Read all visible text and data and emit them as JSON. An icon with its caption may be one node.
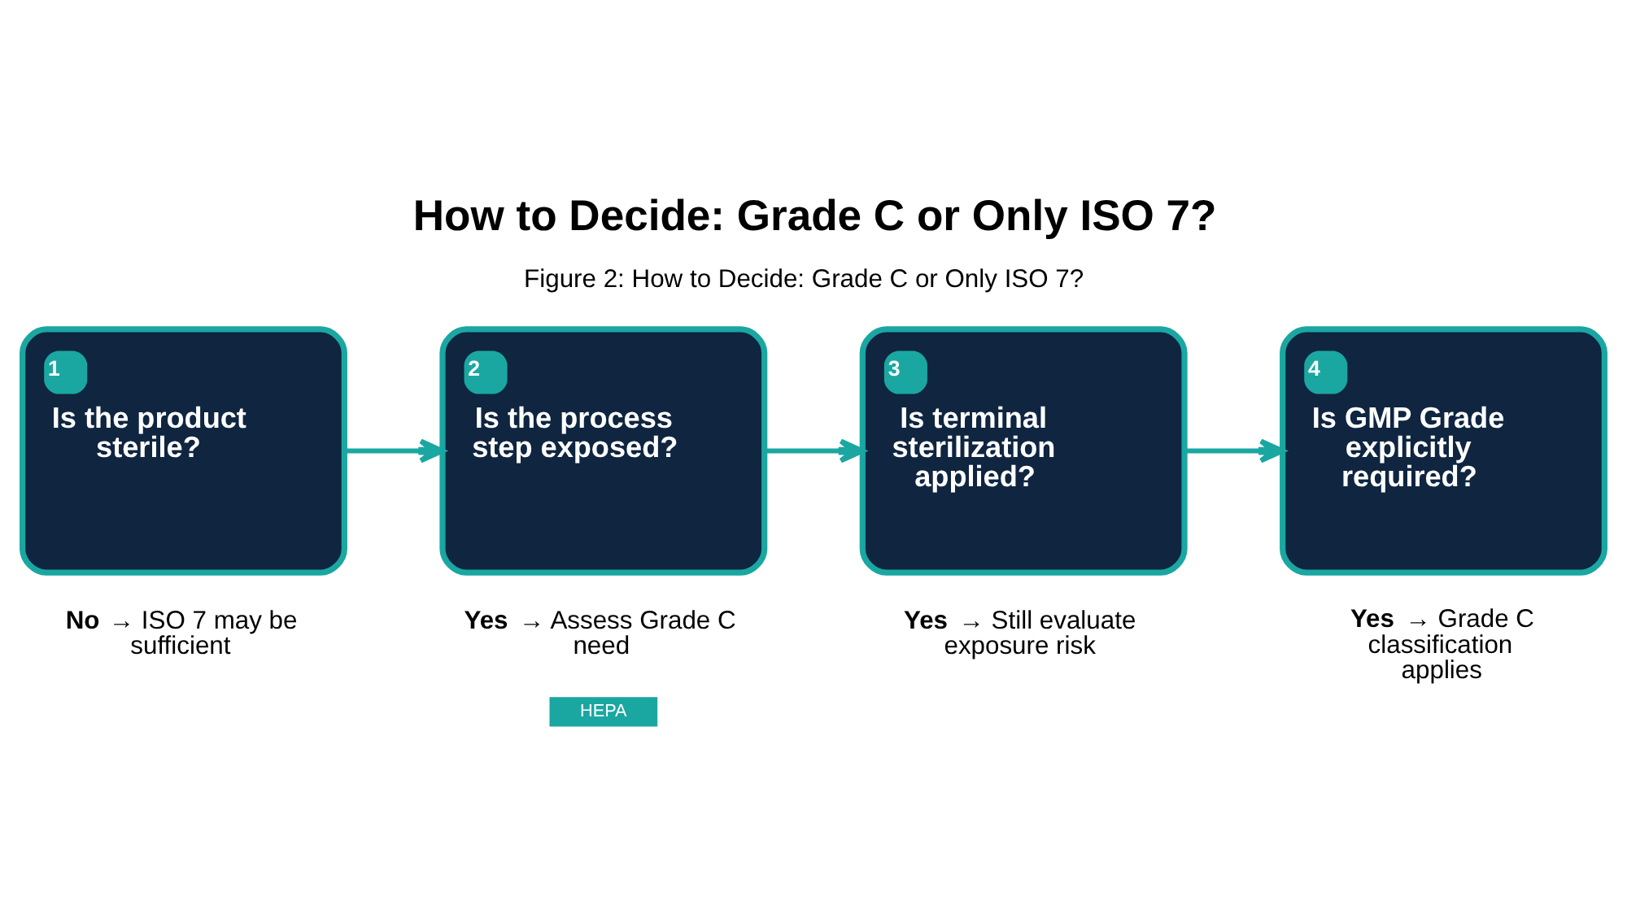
{
  "diagram": {
    "title": "How to Decide: Grade C or Only ISO 7?",
    "caption": "Figure 2: How to Decide: Grade C or Only ISO 7?",
    "nodes": [
      {
        "text": [
          "1",
          "Is the product sterile?"
        ],
        "beside": [
          "**No** → ISO 7 may be sufficient"
        ]
      },
      {
        "text": [
          "2",
          "Is the process step exposed?"
        ],
        "beside": [
          "**Yes** → Assess Grade C need"
        ]
      },
      {
        "text": [
          "3",
          "Is terminal sterilization applied?"
        ],
        "beside": [
          "**Yes** → Still evaluate exposure risk"
        ]
      },
      {
        "text": [
          "4",
          "Is GMP Grade explicitly required?"
        ],
        "beside": [
          "**Yes** → Grade C classification applies"
        ]
      }
    ],
    "edges": [
      {
        "from": 0,
        "to": 1,
        "arrow": "to"
      },
      {
        "from": 1,
        "to": 2,
        "arrow": "to"
      },
      {
        "from": 2,
        "to": 3,
        "arrow": "to"
      }
    ],
    "labels": [
      "HEPA"
    ]
  }
}
